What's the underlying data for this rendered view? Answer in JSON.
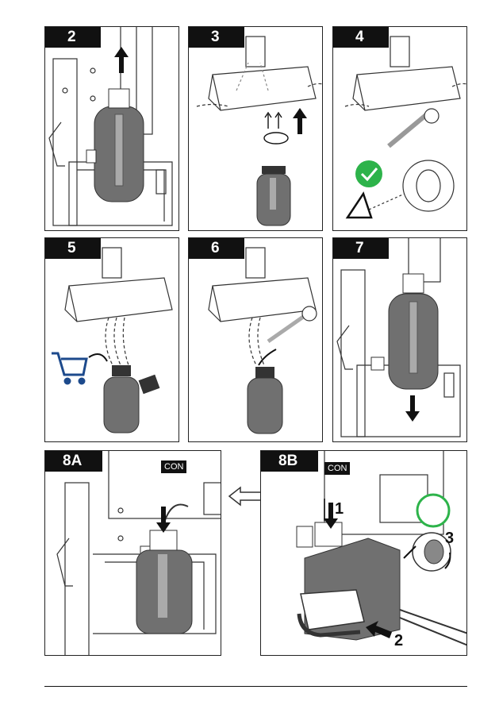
{
  "steps": {
    "s2": "2",
    "s3": "3",
    "s4": "4",
    "s5": "5",
    "s6": "6",
    "s7": "7",
    "s8a": "8A",
    "s8b": "8B"
  },
  "con_label": "CON",
  "callouts": {
    "c1": "1",
    "c2": "2",
    "c3": "3"
  },
  "colors": {
    "bottle": "#707070",
    "check": "#2db34a",
    "cart": "#1d4a8c",
    "arrow": "#111111"
  }
}
